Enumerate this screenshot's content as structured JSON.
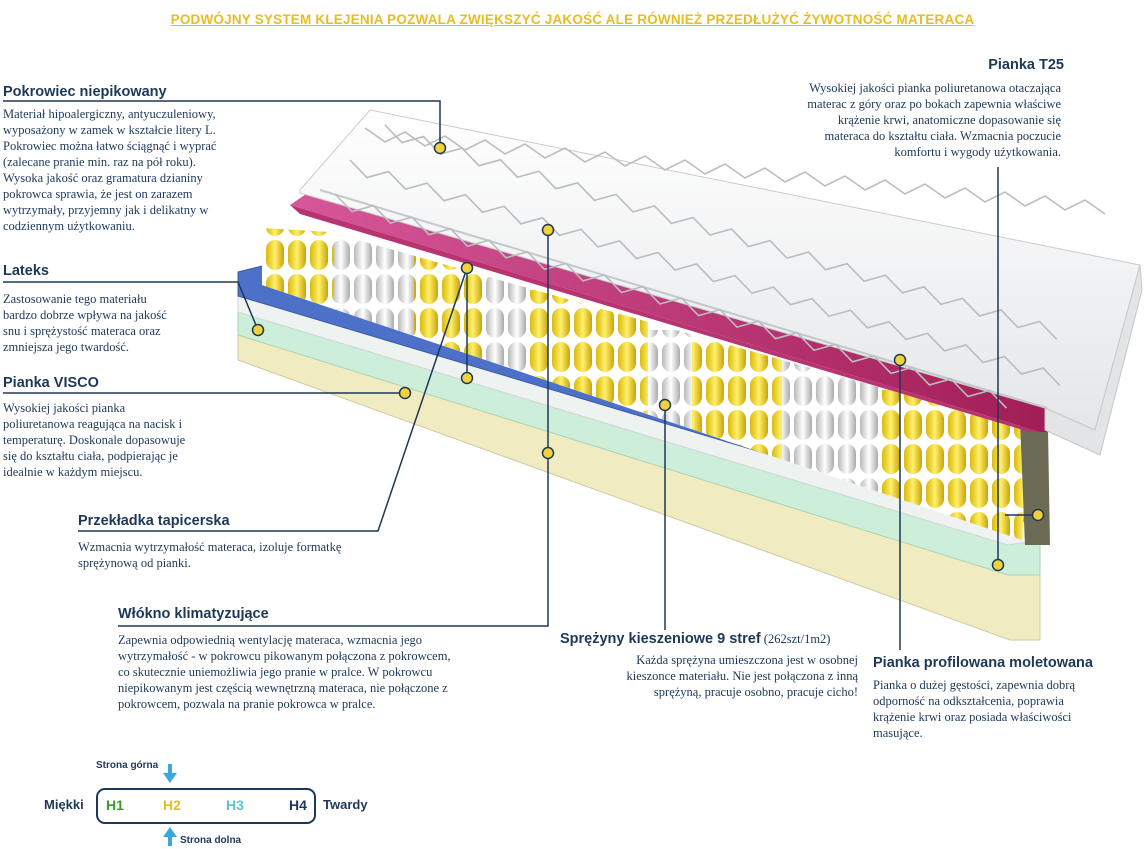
{
  "title": "PODWÓJNY SYSTEM KLEJENIA POZWALA ZWIĘKSZYĆ JAKOŚĆ ALE RÓWNIEŻ PRZEDŁUŻYĆ ŻYWOTNOŚĆ MATERACA",
  "labels": {
    "pokrowiec": {
      "heading": "Pokrowiec  niepikowany",
      "lines": [
        "Materiał hipoalergiczny, antyuczuleniowy,",
        "wyposażony w zamek w kształcie litery L.",
        "Pokrowiec można łatwo ściągnąć i wyprać",
        "(zalecane pranie min.  raz na pół roku).",
        "Wysoka jakość oraz gramatura dzianiny",
        "pokrowca sprawia, że jest on zarazem",
        "wytrzymały, przyjemny jak i delikatny w",
        "codziennym użytkowaniu."
      ]
    },
    "lateks": {
      "heading": "Lateks",
      "lines": [
        "Zastosowanie tego materiału",
        "bardzo dobrze wpływa na jakość",
        "snu i sprężystość materaca oraz",
        "zmniejsza jego twardość."
      ]
    },
    "visco": {
      "heading": "Pianka VISCO",
      "lines": [
        "Wysokiej jakości pianka",
        "poliuretanowa reagująca na nacisk i",
        "temperaturę. Doskonale dopasowuje",
        "się do kształtu ciała, podpierając je",
        "idealnie w każdym miejscu."
      ]
    },
    "przekladka": {
      "heading": "Przekładka tapicerska",
      "lines": [
        "Wzmacnia wytrzymałość materaca, izoluje formatkę",
        "sprężynową od pianki."
      ]
    },
    "wlokno": {
      "heading": "Włókno klimatyzujące",
      "lines": [
        "Zapewnia odpowiednią wentylację materaca, wzmacnia jego",
        "wytrzymałość - w pokrowcu pikowanym połączona z pokrowcem,",
        "co skutecznie uniemożliwia jego pranie w pralce. W pokrowcu",
        "niepikowanym jest częścią wewnętrzną materaca, nie połączone z",
        "pokrowcem, pozwala na pranie pokrowca w pralce."
      ]
    },
    "t25": {
      "heading": "Pianka T25",
      "lines": [
        "Wysokiej jakości pianka poliuretanowa otaczająca",
        "materac z góry oraz po bokach zapewnia właściwe",
        "krążenie krwi, anatomiczne dopasowanie się",
        "materaca do kształtu ciała. Wzmacnia poczucie",
        "komfortu i wygody użytkowania."
      ]
    },
    "sprezyny": {
      "heading": "Sprężyny kieszeniowe 9 stref",
      "heading_suffix": " (262szt/1m2)",
      "lines": [
        "Każda sprężyna umieszczona jest w osobnej",
        "kieszonce materiału. Nie jest połączona z inną",
        "sprężyną, pracuje osobno, pracuje cicho!"
      ]
    },
    "profilowana": {
      "heading": "Pianka profilowana moletowana",
      "lines": [
        "Pianka o dużej gęstości, zapewnia dobrą",
        "odporność na odkształcenia, poprawia",
        "krążenie krwi oraz posiada właściwości",
        "masujące."
      ]
    }
  },
  "legend": {
    "top_label": "Strona górna",
    "bottom_label": "Strona dolna",
    "left_label": "Miękki",
    "right_label": "Twardy",
    "levels": [
      {
        "label": "H1",
        "color": "#3c9a2c"
      },
      {
        "label": "H2",
        "color": "#e8bd23"
      },
      {
        "label": "H3",
        "color": "#5bc3d6"
      },
      {
        "label": "H4",
        "color": "#1d3857"
      }
    ]
  },
  "colors": {
    "accent_yellow": "#e8bd23",
    "navy": "#1d3857",
    "arrow_blue": "#3aa8dc",
    "marker_yellow": "#f0d23c"
  }
}
